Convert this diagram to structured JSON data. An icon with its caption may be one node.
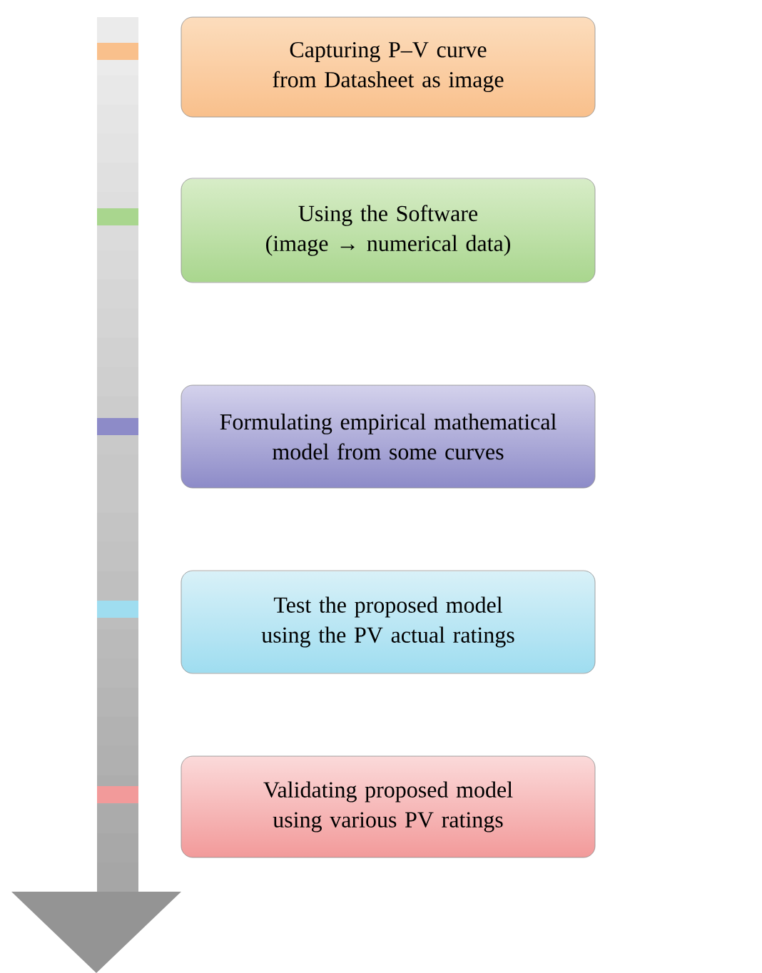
{
  "diagram": {
    "nodes": [
      {
        "text": [
          "Capturing P–V curve from Datasheet as image"
        ]
      },
      {
        "text": [
          "Using the Software (image → numerical data)"
        ]
      },
      {
        "text": [
          "Formulating empirical mathematical model from some curves"
        ]
      },
      {
        "text": [
          "Test the proposed model using the PV actual ratings"
        ]
      },
      {
        "text": [
          "Validating proposed model using various PV ratings"
        ]
      }
    ]
  }
}
